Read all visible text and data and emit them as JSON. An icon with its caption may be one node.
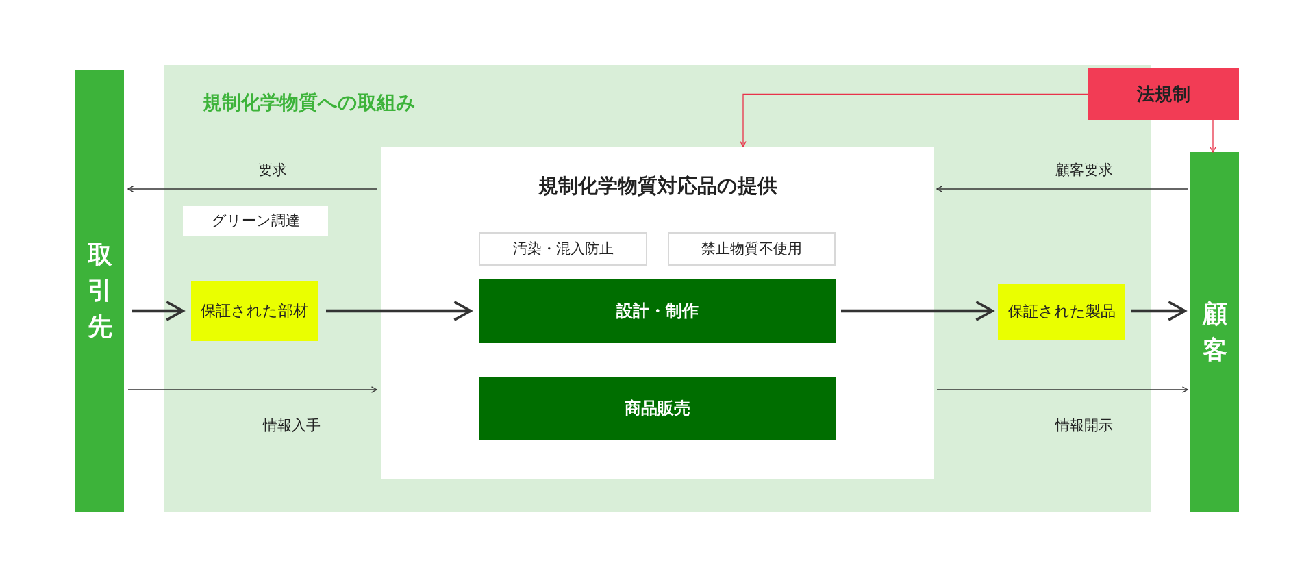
{
  "diagram": {
    "nodes": [
      {
        "text": [
          "取引先"
        ]
      },
      {
        "text": [
          "規制化学物質への取組み"
        ]
      },
      {
        "text": [
          "規制化学物質対応品の提供"
        ],
        "in": 1
      },
      {
        "text": [
          "グリーン調達"
        ],
        "in": 1
      },
      {
        "text": [
          "保証された部材"
        ],
        "in": 1
      },
      {
        "text": [
          "汚染・混入防止"
        ],
        "in": 2
      },
      {
        "text": [
          "禁止物質不使用"
        ],
        "in": 2
      },
      {
        "text": [
          "設計・制作"
        ],
        "in": 2
      },
      {
        "text": [
          "商品販売"
        ],
        "in": 2
      },
      {
        "text": [
          "保証された製品"
        ],
        "in": 1
      },
      {
        "text": [
          "法規制"
        ]
      },
      {
        "text": [
          "顧客"
        ]
      }
    ],
    "edges": [
      {
        "from": 2,
        "to": 0,
        "arrow": "to",
        "label": "要求"
      },
      {
        "from": 0,
        "to": 4,
        "arrow": "to",
        "style": "thick"
      },
      {
        "from": 4,
        "to": 7,
        "arrow": "to",
        "style": "thick"
      },
      {
        "from": 0,
        "to": 2,
        "arrow": "to",
        "label": "情報入手"
      },
      {
        "from": 7,
        "to": 9,
        "arrow": "to",
        "style": "thick"
      },
      {
        "from": 9,
        "to": 11,
        "arrow": "to",
        "style": "thick"
      },
      {
        "from": 11,
        "to": 2,
        "arrow": "to",
        "label": "顧客要求"
      },
      {
        "from": 2,
        "to": 11,
        "arrow": "to",
        "label": "情報開示"
      },
      {
        "from": 10,
        "to": 2,
        "arrow": "to",
        "color": "#e8334a"
      },
      {
        "from": 10,
        "to": 11,
        "arrow": "to",
        "color": "#e8334a"
      }
    ]
  }
}
